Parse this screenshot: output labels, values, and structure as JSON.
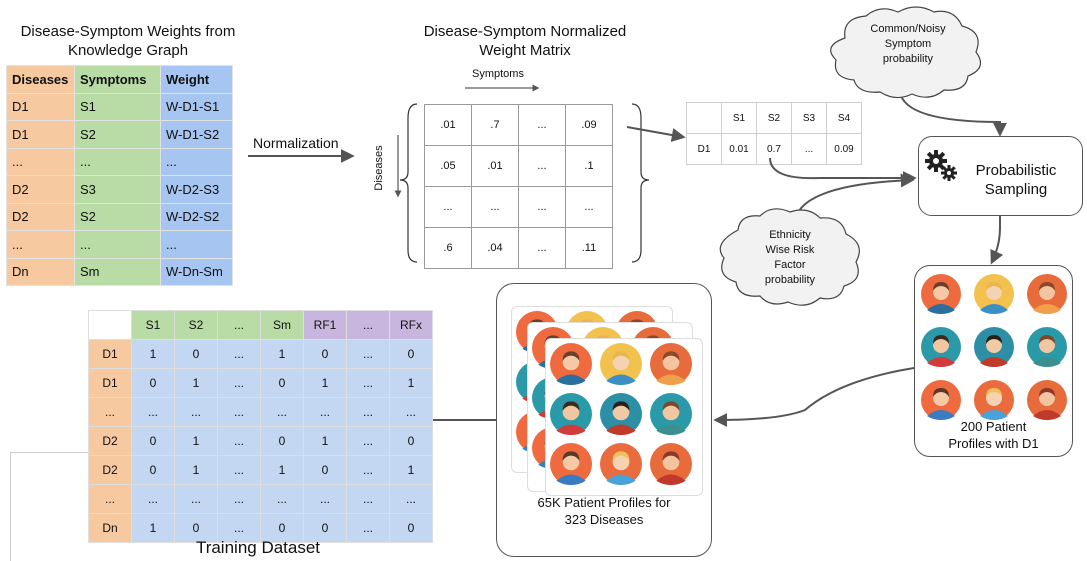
{
  "kg": {
    "title_lines": [
      "Disease-Symptom Weights from",
      "Knowledge Graph"
    ],
    "headers": [
      "Diseases",
      "Symptoms",
      "Weight"
    ],
    "rows": [
      [
        "D1",
        "S1",
        "W-D1-S1"
      ],
      [
        "D1",
        "S2",
        "W-D1-S2"
      ],
      [
        "...",
        "...",
        "..."
      ],
      [
        "D2",
        "S3",
        "W-D2-S3"
      ],
      [
        "D2",
        "S2",
        "W-D2-S2"
      ],
      [
        "...",
        "...",
        "..."
      ],
      [
        "Dn",
        "Sm",
        "W-Dn-Sm"
      ]
    ]
  },
  "normalization_label": "Normalization",
  "matrix": {
    "title_lines": [
      "Disease-Symptom Normalized",
      "Weight Matrix"
    ],
    "col_axis_label": "Symptoms",
    "row_axis_label": "Diseases",
    "cells": [
      [
        ".01",
        ".7",
        "...",
        ".09"
      ],
      [
        ".05",
        ".01",
        "...",
        ".1"
      ],
      [
        "...",
        "...",
        "...",
        "..."
      ],
      [
        ".6",
        ".04",
        "...",
        ".11"
      ]
    ]
  },
  "sample_vector": {
    "headers": [
      "",
      "S1",
      "S2",
      "S3",
      "S4"
    ],
    "row": [
      "D1",
      "0.01",
      "0.7",
      "...",
      "0.09"
    ]
  },
  "clouds": {
    "noisy_lines": [
      "Common/Noisy",
      "Symptom",
      "probability"
    ],
    "ethnicity_lines": [
      "Ethnicity",
      "Wise Risk",
      "Factor",
      "probability"
    ]
  },
  "sampling": {
    "lines": [
      "Probabilistic",
      "Sampling"
    ],
    "icon": "gears-icon"
  },
  "profiles_200": {
    "lines": [
      "200 Patient",
      "Profiles with D1"
    ]
  },
  "profiles_65k": {
    "lines": [
      "65K Patient Profiles for",
      "323 Diseases"
    ]
  },
  "training": {
    "title": "Training Dataset",
    "headers": [
      "",
      "S1",
      "S2",
      "...",
      "Sm",
      "RF1",
      "...",
      "RFx"
    ],
    "rows": [
      [
        "D1",
        "1",
        "0",
        "...",
        "1",
        "0",
        "...",
        "0"
      ],
      [
        "D1",
        "0",
        "1",
        "...",
        "0",
        "1",
        "...",
        "1"
      ],
      [
        "...",
        "...",
        "...",
        "...",
        "...",
        "...",
        "...",
        "..."
      ],
      [
        "D2",
        "0",
        "1",
        "...",
        "0",
        "1",
        "...",
        "0"
      ],
      [
        "D2",
        "0",
        "1",
        "...",
        "1",
        "0",
        "...",
        "1"
      ],
      [
        "...",
        "...",
        "...",
        "...",
        "...",
        "...",
        "...",
        "..."
      ],
      [
        "Dn",
        "1",
        "0",
        "...",
        "0",
        "0",
        "...",
        "0"
      ]
    ]
  },
  "colors": {
    "disease": "#f6c9a0",
    "symptom": "#b9dba5",
    "weight": "#a6c5f0",
    "risk": "#c9b6df",
    "value": "#c3d6f2",
    "arrow": "#555555"
  }
}
